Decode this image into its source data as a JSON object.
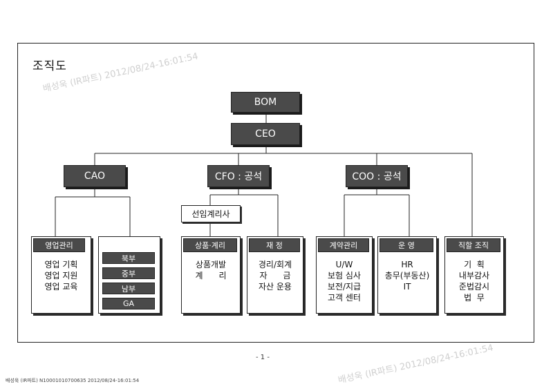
{
  "title": "조직도",
  "watermark": "배성욱 (IR파트) 2012/08/24-16:01:54",
  "page_number": "- 1 -",
  "footer": "배성욱 (IR파트) N10001010700635 2012/08/24-16:01:54",
  "nodes": {
    "bom": "BOM",
    "ceo": "CEO",
    "cao": "CAO",
    "cfo": "CFO : 공석",
    "coo": "COO : 공석",
    "actuary": "선임계리사"
  },
  "departments": [
    {
      "id": "sales",
      "title": "영업관리",
      "items": "영업 기획\n영업 지원\n영업 교육"
    },
    {
      "id": "regions",
      "title": "",
      "items": [
        "북부",
        "중부",
        "남부",
        "GA"
      ]
    },
    {
      "id": "product",
      "title": "상품·계리",
      "items": "상품개발\n계      리"
    },
    {
      "id": "finance",
      "title": "재 정",
      "items": "경리/회계\n자      금\n자산 운용"
    },
    {
      "id": "contract",
      "title": "계약관리",
      "items": "U/W\n보험 심사\n보전/지급\n고객 센터"
    },
    {
      "id": "operation",
      "title": "운  영",
      "items": "HR\n총무(부동산)\nIT"
    },
    {
      "id": "direct",
      "title": "직할 조직",
      "items": "기  획\n내부감사\n준법감시\n법  무"
    }
  ]
}
